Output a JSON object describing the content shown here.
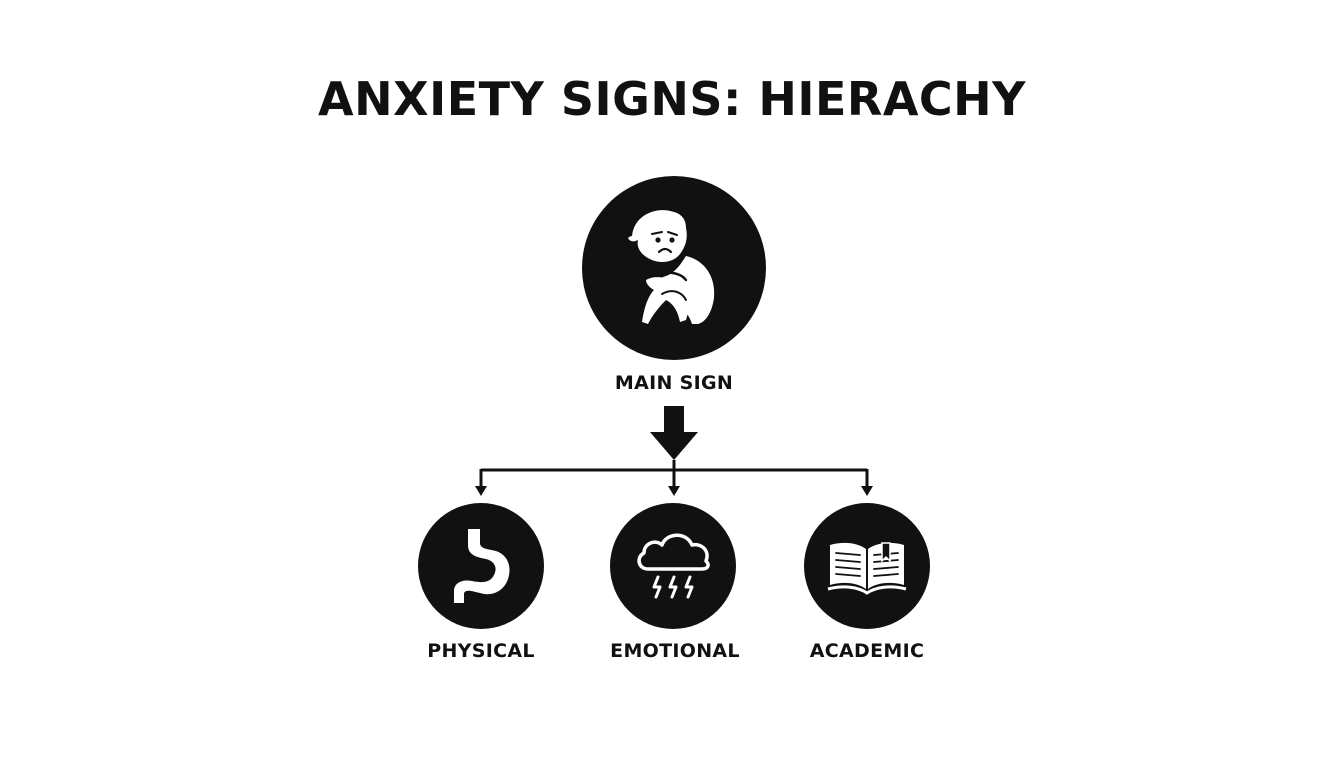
{
  "title": "ANXIETY SIGNS: HIERACHY",
  "main_node": {
    "label": "MAIN SIGN",
    "icon": "anxious-child-icon"
  },
  "categories": [
    {
      "label": "PHYSICAL",
      "icon": "stomach-icon"
    },
    {
      "label": "EMOTIONAL",
      "icon": "storm-cloud-icon"
    },
    {
      "label": "ACADEMIC",
      "icon": "open-book-icon"
    }
  ],
  "colors": {
    "ink": "#111111",
    "background": "#ffffff"
  }
}
